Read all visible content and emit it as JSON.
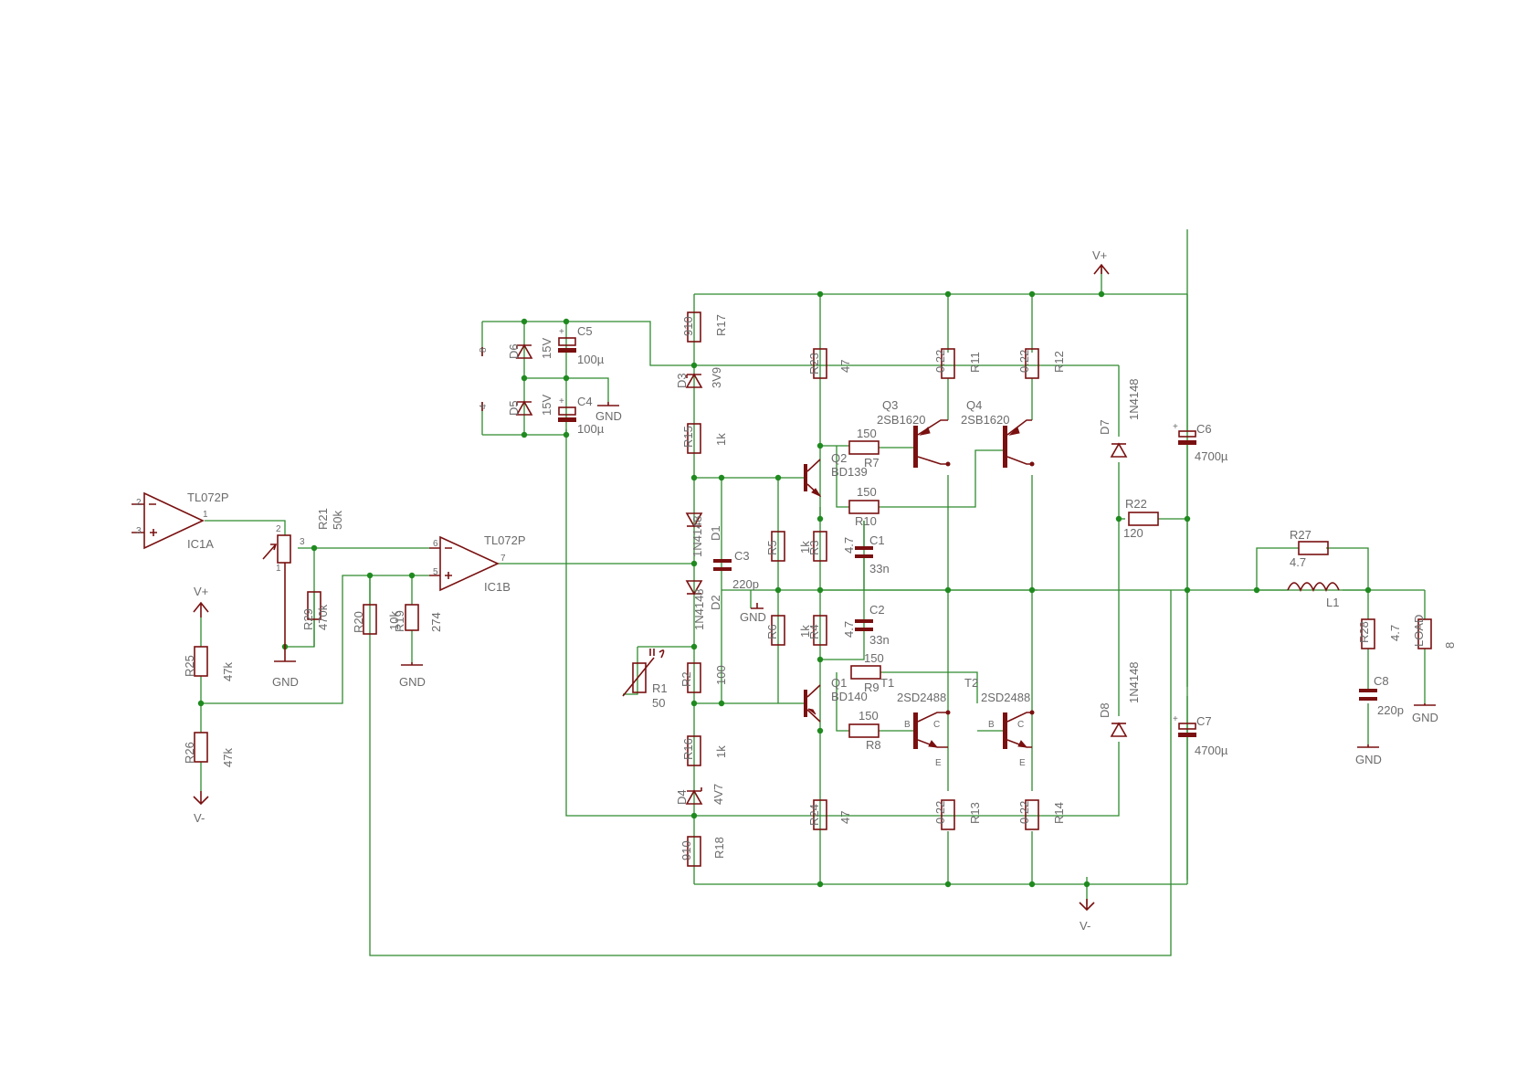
{
  "schematic": {
    "colors": {
      "wire": "#2e8b2e",
      "symbol": "#7a1010",
      "junction": "#1f8a1f",
      "label": "#6b6b6b"
    },
    "supplies": {
      "vplus": "V+",
      "vminus": "V-",
      "gnd": "GND"
    },
    "parts": {
      "ic1a": {
        "name": "IC1A",
        "value": "TL072P",
        "pins": [
          "2",
          "3",
          "1"
        ]
      },
      "ic1b": {
        "name": "IC1B",
        "value": "TL072P",
        "pins": [
          "6",
          "5",
          "7"
        ]
      },
      "r21": {
        "name": "R21",
        "value": "50k",
        "pins": [
          "2",
          "3",
          "1"
        ]
      },
      "r29": {
        "name": "R29",
        "value": "470k"
      },
      "r25": {
        "name": "R25",
        "value": "47k"
      },
      "r26": {
        "name": "R26",
        "value": "47k"
      },
      "r20": {
        "name": "R20",
        "value": "10k"
      },
      "r19": {
        "name": "R19",
        "value": "274"
      },
      "d6": {
        "name": "D6",
        "value": "15V"
      },
      "d5": {
        "name": "D5",
        "value": "15V"
      },
      "c5": {
        "name": "C5",
        "value": "100µ"
      },
      "c4": {
        "name": "C4",
        "value": "100µ"
      },
      "pin8": "8",
      "pin4": "4",
      "r17": {
        "name": "R17",
        "value": "910"
      },
      "d3": {
        "name": "D3",
        "value": "3V9"
      },
      "r15": {
        "name": "R15",
        "value": "1k"
      },
      "d1": {
        "name": "D1",
        "value": "1N4148"
      },
      "d2": {
        "name": "D2",
        "value": "1N4148"
      },
      "c3": {
        "name": "C3",
        "value": "220p"
      },
      "r1": {
        "name": "R1",
        "value": "50"
      },
      "r2": {
        "name": "R2",
        "value": "100"
      },
      "r16": {
        "name": "R16",
        "value": "1k"
      },
      "d4": {
        "name": "D4",
        "value": "4V7"
      },
      "r18": {
        "name": "R18",
        "value": "910"
      },
      "r5": {
        "name": "R5",
        "value": "1k"
      },
      "r6": {
        "name": "R6",
        "value": "1k"
      },
      "r3": {
        "name": "R3",
        "value": "4.7"
      },
      "r4": {
        "name": "R4",
        "value": "4.7"
      },
      "r23": {
        "name": "R23",
        "value": "47"
      },
      "r24": {
        "name": "R24",
        "value": "47"
      },
      "q2": {
        "name": "Q2",
        "value": "BD139"
      },
      "q1": {
        "name": "Q1",
        "value": "BD140"
      },
      "c1": {
        "name": "C1",
        "value": "33n"
      },
      "c2": {
        "name": "C2",
        "value": "33n"
      },
      "r7": {
        "name": "R7",
        "value": "150"
      },
      "r10": {
        "name": "R10",
        "value": "150"
      },
      "r9": {
        "name": "R9",
        "value": "150"
      },
      "r8": {
        "name": "R8",
        "value": "150"
      },
      "q3": {
        "name": "Q3",
        "value": "2SB1620"
      },
      "q4": {
        "name": "Q4",
        "value": "2SB1620"
      },
      "t1": {
        "name": "T1",
        "value": "2SD2488"
      },
      "t2": {
        "name": "T2",
        "value": "2SD2488"
      },
      "pin_b": "B",
      "pin_c": "C",
      "pin_e": "E",
      "r11": {
        "name": "R11",
        "value": "0.22"
      },
      "r12": {
        "name": "R12",
        "value": "0.22"
      },
      "r13": {
        "name": "R13",
        "value": "0.22"
      },
      "r14": {
        "name": "R14",
        "value": "0.22"
      },
      "d7": {
        "name": "D7",
        "value": "1N4148"
      },
      "d8": {
        "name": "D8",
        "value": "1N4148"
      },
      "r22": {
        "name": "R22",
        "value": "120"
      },
      "c6": {
        "name": "C6",
        "value": "4700µ"
      },
      "c7": {
        "name": "C7",
        "value": "4700µ"
      },
      "r27": {
        "name": "R27",
        "value": "4.7"
      },
      "l1": {
        "name": "L1"
      },
      "r28": {
        "name": "R28",
        "value": "4.7"
      },
      "c8": {
        "name": "C8",
        "value": "220p"
      },
      "load": {
        "name": "LOAD",
        "value": "8"
      }
    }
  }
}
